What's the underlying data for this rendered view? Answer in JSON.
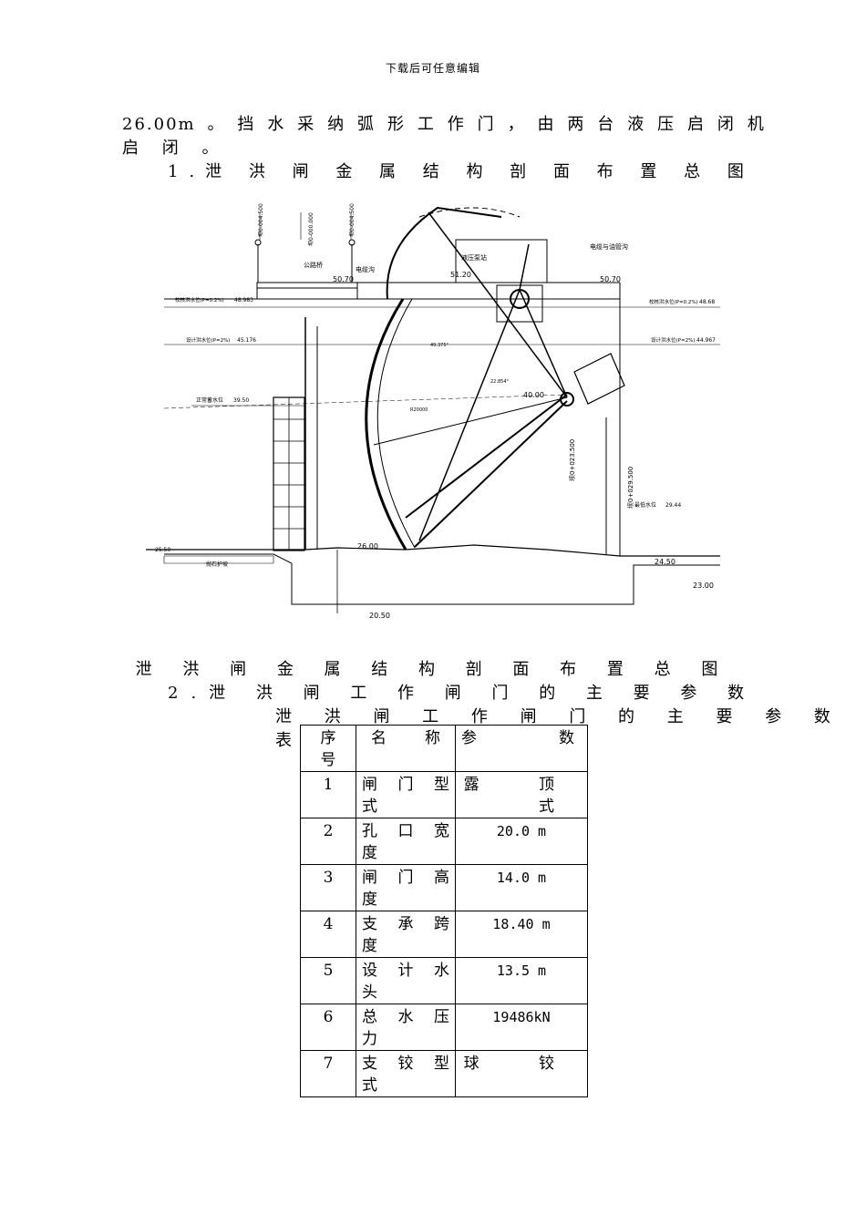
{
  "header": {
    "text": "下载后可任意编辑"
  },
  "intro": {
    "line1_words": [
      "26.00m",
      "。",
      "挡",
      "水",
      "采",
      "纳",
      "弧",
      "形",
      "工",
      "作",
      "门",
      "，",
      "由",
      "两",
      "台",
      "液",
      "压",
      "启",
      "闭",
      "机"
    ],
    "line2": "启 闭 。"
  },
  "section1": {
    "title": "1.泄 洪 闸 金 属 结 构 剖 面 布 置 总 图"
  },
  "drawing": {
    "labels": {
      "road_bridge": "公路桥",
      "hydraulic_station": "液压泵站",
      "cable_duct": "电缆沟",
      "pipe_trench": "电缆与油管沟",
      "elev_50_70_left": "50.70",
      "elev_51_20": "51.20",
      "elev_50_70_right": "50.70",
      "check_flood_left": "校核洪水位(P=0.2%)",
      "elev_48_983": "48.983",
      "check_flood_right": "校核洪水位(P=0.2%)",
      "elev_48_68": "48.68",
      "design_flood_left": "设计洪水位(P=2%)",
      "elev_45_176": "45.176",
      "design_flood_right": "设计洪水位(P=2%)",
      "elev_44_967": "44.967",
      "normal_level": "正常蓄水位",
      "elev_39_50": "39.50",
      "elev_40_00": "40.00",
      "elev_26_00": "26.00",
      "elev_25_50": "25.50",
      "elev_24_50": "24.50",
      "elev_23_00": "23.00",
      "elev_20_50": "20.50",
      "min_tail": "最低水位",
      "elev_29_44": "29.44",
      "riprap": "抛石护坡",
      "axis_left": "坝0-004.500",
      "axis_mid": "坝0-000.000",
      "axis_right": "坝0-004.500",
      "axis_023": "坝0+023.500",
      "axis_029": "坝0+029.500",
      "radius": "R20000",
      "angle1": "49.375°",
      "angle2": "22.854°"
    }
  },
  "caption": {
    "text": "泄 洪 闸 金 属 结 构 剖 面 布 置 总 图"
  },
  "section2": {
    "title": "2.泄 洪 闸 工 作 闸 门 的 主 要 参 数"
  },
  "table": {
    "title": "泄 洪 闸 工 作 闸 门 的 主 要 参 数 表",
    "headers": {
      "no_1": "序",
      "no_2": "号",
      "name_a": "名",
      "name_b": "称",
      "param_a": "参",
      "param_b": "数"
    },
    "rows": [
      {
        "no": "1",
        "name1": "闸门型",
        "name2": "式",
        "value": "露 顶 式"
      },
      {
        "no": "2",
        "name1": "孔口宽",
        "name2": "度",
        "value": "20.0 m"
      },
      {
        "no": "3",
        "name1": "闸门高",
        "name2": "度",
        "value": "14.0 m"
      },
      {
        "no": "4",
        "name1": "支承跨",
        "name2": "度",
        "value": "18.40 m"
      },
      {
        "no": "5",
        "name1": "设计水",
        "name2": "头",
        "value": "13.5 m"
      },
      {
        "no": "6",
        "name1": "总水压",
        "name2": "力",
        "value": "19486kN"
      },
      {
        "no": "7",
        "name1": "支铰型",
        "name2": "式",
        "value": "球 铰"
      }
    ]
  }
}
